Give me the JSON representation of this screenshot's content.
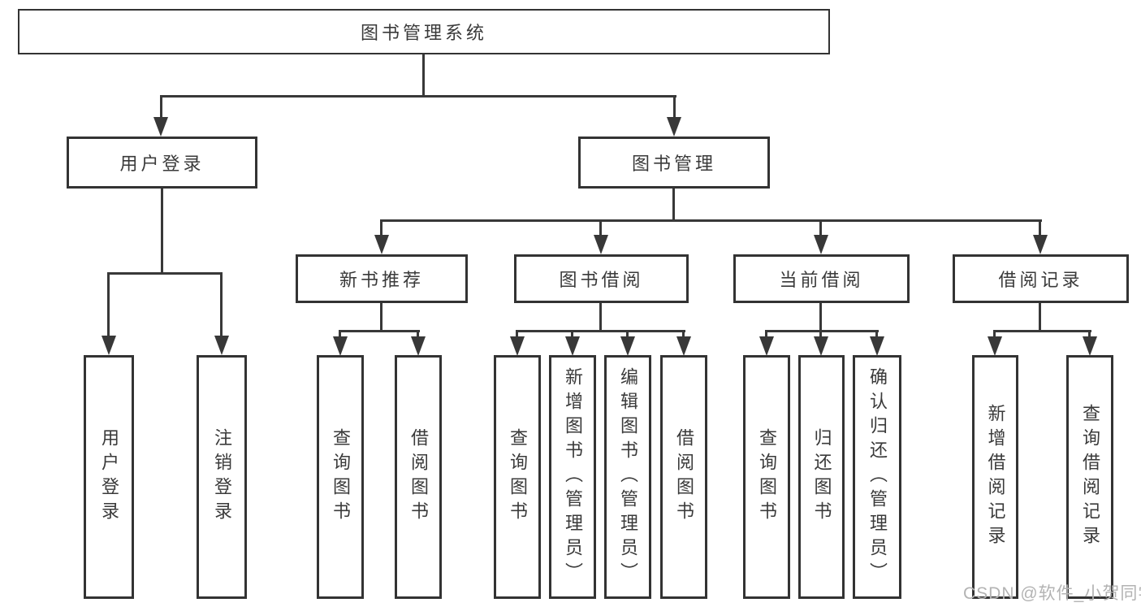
{
  "title": "图书管理系统",
  "colors": {
    "line": "#383838",
    "border": "#333333",
    "text": "#3a3a3a",
    "background": "#ffffff",
    "watermark": "#b3b3b3"
  },
  "watermark": {
    "text": "CSDN @软件_小贺同学"
  },
  "tree": {
    "root": {
      "label": "图书管理系统"
    },
    "branches": [
      {
        "label": "用户登录",
        "children": [
          {
            "label": "用户登录"
          },
          {
            "label": "注销登录"
          }
        ]
      },
      {
        "label": "图书管理",
        "children": [
          {
            "label": "新书推荐",
            "children": [
              {
                "label": "查询图书"
              },
              {
                "label": "借阅图书"
              }
            ]
          },
          {
            "label": "图书借阅",
            "children": [
              {
                "label": "查询图书"
              },
              {
                "label": "新增图书（管理员）"
              },
              {
                "label": "编辑图书（管理员）"
              },
              {
                "label": "借阅图书"
              }
            ]
          },
          {
            "label": "当前借阅",
            "children": [
              {
                "label": "查询图书"
              },
              {
                "label": "归还图书"
              },
              {
                "label": "确认归还（管理员）"
              }
            ]
          },
          {
            "label": "借阅记录",
            "children": [
              {
                "label": "新增借阅记录"
              },
              {
                "label": "查询借阅记录"
              }
            ]
          }
        ]
      }
    ]
  }
}
